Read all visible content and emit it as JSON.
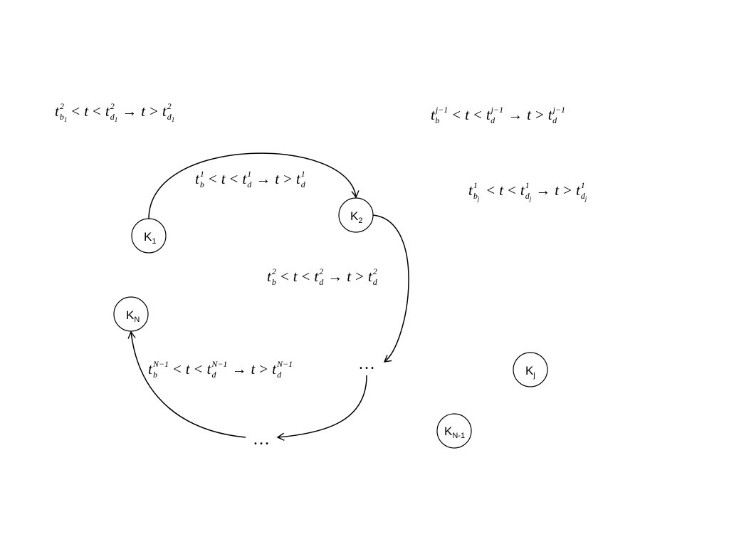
{
  "nodes": [
    {
      "id": "k1",
      "base": "K",
      "sub": "1"
    },
    {
      "id": "k2",
      "base": "K",
      "sub": "2"
    },
    {
      "id": "kn",
      "base": "K",
      "sub": "N"
    },
    {
      "id": "kj",
      "base": "K",
      "sub": "j"
    },
    {
      "id": "kn1",
      "base": "K",
      "sub": "N-1"
    }
  ],
  "ellipsis_right": "…",
  "ellipsis_bottom": "…",
  "conditions": {
    "top_left": {
      "t": "t",
      "b_sup": "2",
      "b_sub": "b",
      "b_sub2": "1",
      "d_sup": "2",
      "d_sub": "d",
      "d_sub2": "1",
      "lt": "<",
      "arrow": "→",
      "gt": ">"
    },
    "arc_k1_k2": {
      "t": "t",
      "b_sup": "1",
      "b_sub": "b",
      "d_sup": "1",
      "d_sub": "d",
      "lt": "<",
      "arrow": "→",
      "gt": ">"
    },
    "arc_k2_down": {
      "t": "t",
      "b_sup": "2",
      "b_sub": "b",
      "d_sup": "2",
      "d_sub": "d",
      "lt": "<",
      "arrow": "→",
      "gt": ">"
    },
    "arc_to_kn": {
      "t": "t",
      "b_sup": "N−1",
      "b_sub": "b",
      "d_sup": "N−1",
      "d_sub": "d",
      "lt": "<",
      "arrow": "→",
      "gt": ">"
    },
    "top_right": {
      "t": "t",
      "b_sup": "j−1",
      "b_sub": "b",
      "d_sup": "j−1",
      "d_sub": "d",
      "lt": "<",
      "arrow": "→",
      "gt": ">"
    },
    "right_mid": {
      "t": "t",
      "b_sup": "1",
      "b_sub": "b",
      "b_sub2": "j",
      "d_sup": "1",
      "d_sub": "d",
      "d_sub2": "j",
      "lt": "<",
      "arrow": "→",
      "gt": ">"
    }
  },
  "colors": {
    "stroke": "#000000",
    "background": "#ffffff"
  }
}
